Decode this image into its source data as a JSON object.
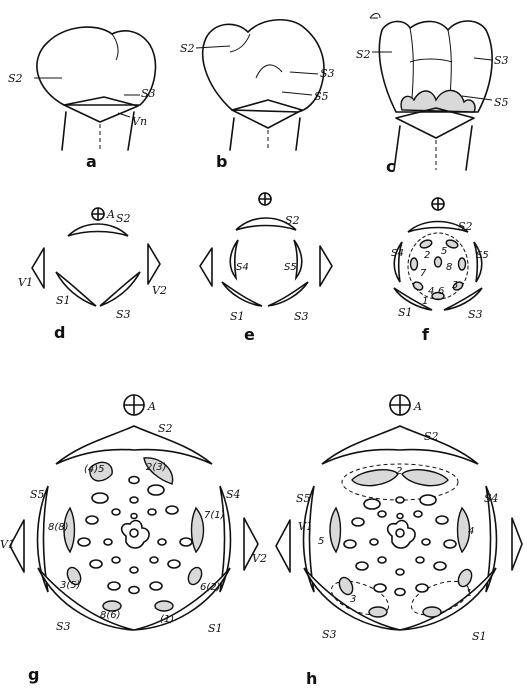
{
  "panels": {
    "a": "a",
    "b": "b",
    "c": "c",
    "d": "d",
    "e": "e",
    "f": "f",
    "g": "g",
    "h": "h"
  },
  "labels": {
    "s1": "S1",
    "s2": "S2",
    "s3": "S3",
    "s4": "S4",
    "s5": "S5",
    "v1": "V1",
    "v2": "V2",
    "vn": "Vn",
    "axis": "A"
  },
  "numbers_f": [
    "1",
    "2",
    "3",
    "4",
    "5",
    "6",
    "7",
    "8"
  ],
  "numbers_g": [
    "(4)5",
    "2(3)",
    "7(1)",
    "8(8)",
    "6(2)",
    "3(5)",
    "8(6)",
    "(1)"
  ],
  "numbers_h": [
    "2",
    "4",
    "5",
    "3",
    "1"
  ],
  "symbols": {
    "floral_axis": "⊕"
  }
}
